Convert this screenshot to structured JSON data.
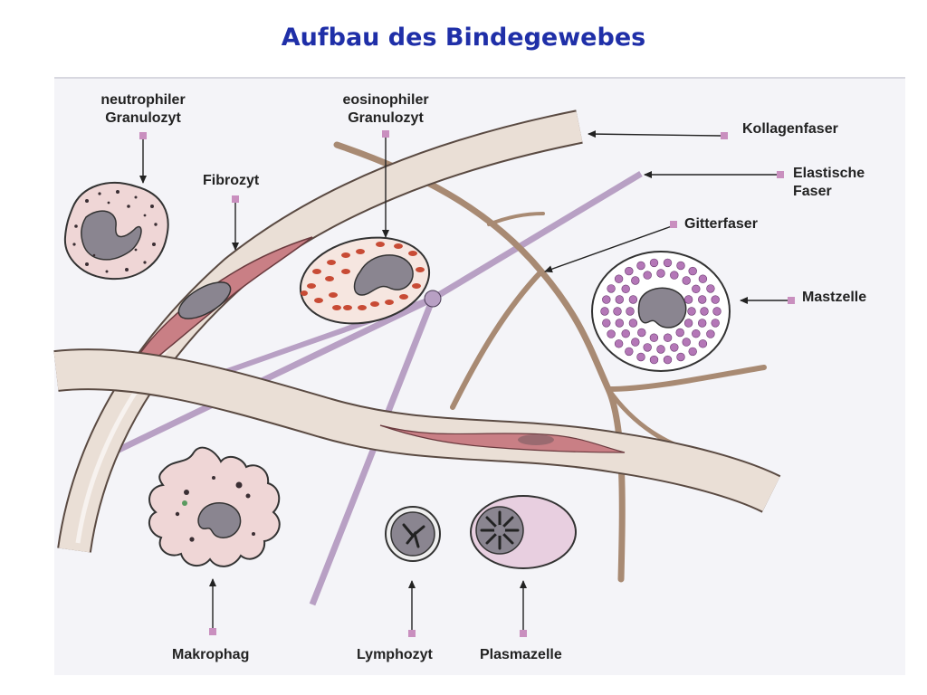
{
  "title": "Aufbau des Bindegewebes",
  "labels": {
    "neutrophil": [
      "neutrophiler",
      "Granulozyt"
    ],
    "eosinophil": [
      "eosinophiler",
      "Granulozyt"
    ],
    "fibrozyt": "Fibrozyt",
    "kollagenfaser": "Kollagenfaser",
    "elastische": [
      "Elastische",
      "Faser"
    ],
    "gitterfaser": "Gitterfaser",
    "mastzelle": "Mastzelle",
    "makrophag": "Makrophag",
    "lymphozyt": "Lymphozyt",
    "plasmazelle": "Plasmazelle"
  },
  "colors": {
    "title": "#1f2fa8",
    "collagen": "#eadfd6",
    "fibrocyte": "#c97f85",
    "elastic": "#a88a73",
    "reticular": "#b8a0c4",
    "marker": "#c98fbf",
    "mast_granule": "#b477b7",
    "eosin_granule": "#c84b35",
    "nucleus": "#8a8590"
  }
}
